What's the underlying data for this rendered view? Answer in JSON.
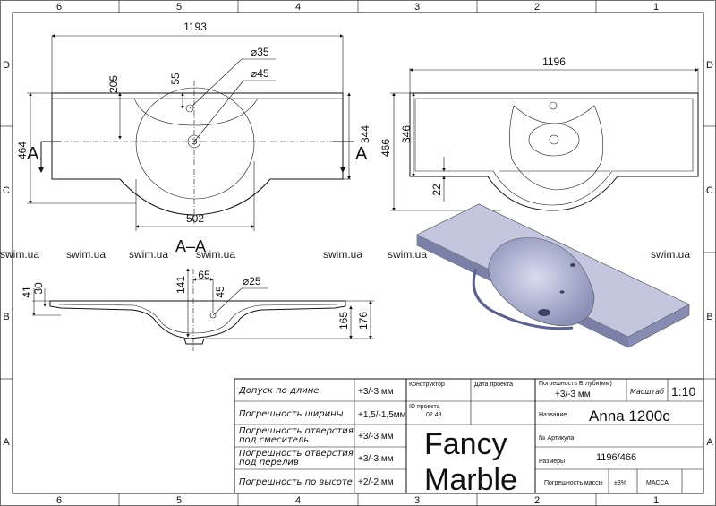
{
  "grid": {
    "columns": [
      "6",
      "5",
      "4",
      "3",
      "2",
      "1"
    ],
    "rows": [
      "D",
      "C",
      "B",
      "A"
    ]
  },
  "top_view": {
    "width": "1193",
    "depth": "464",
    "depth_bowl": "205",
    "tap_offset": "55",
    "hole_1": "⌀35",
    "hole_2": "⌀45",
    "bowl_width": "502",
    "section_left": "A",
    "section_right": "A",
    "side_depth": "344"
  },
  "right_view": {
    "width": "1196",
    "depth": "466",
    "depth_inner": "346",
    "offset": "22"
  },
  "section_view": {
    "title": "A–A",
    "d1": "141",
    "d2": "65",
    "d3": "45",
    "hole": "⌀25",
    "t1": "41",
    "t2": "30",
    "h1": "165",
    "h2": "176"
  },
  "watermark": [
    "swim.ua",
    "swim.ua",
    "swim.ua",
    "swim.ua",
    "swim.ua",
    "swim.ua",
    "swim.ua"
  ],
  "tolerances": [
    {
      "label": "Допуск по длине",
      "value": "+3/-3 мм"
    },
    {
      "label": "Погрешность ширины",
      "value": "+1,5/-1,5мм"
    },
    {
      "label": "Погрешность отверстия\nпод смеситель",
      "value": "+3/-3 мм"
    },
    {
      "label": "Погрешность отверстия\nпод перелив",
      "value": "+3/-3 мм"
    },
    {
      "label": "Погрешность по высоте",
      "value": "+2/-2 мм"
    }
  ],
  "title_block": {
    "designer_label": "Конструктор",
    "date_label": "Дата проекта",
    "project_id_label": "ID проекта",
    "project_id_value": "02.48",
    "brand_line1": "Fancy",
    "brand_line2": "Marble",
    "depth_tol_label": "Погрешность Вглуби(мм)",
    "depth_tol_value": "+3/-3 мм",
    "scale_label": "Масштаб",
    "scale_value": "1:10",
    "name_label": "Название",
    "name_value": "Anna 1200c",
    "article_label": "№ Артикула",
    "size_label": "Размеры",
    "size_value": "1196/466",
    "mass_label": "Погрешность массы",
    "mass_value": "±3%",
    "mass_word": "МАССА"
  }
}
